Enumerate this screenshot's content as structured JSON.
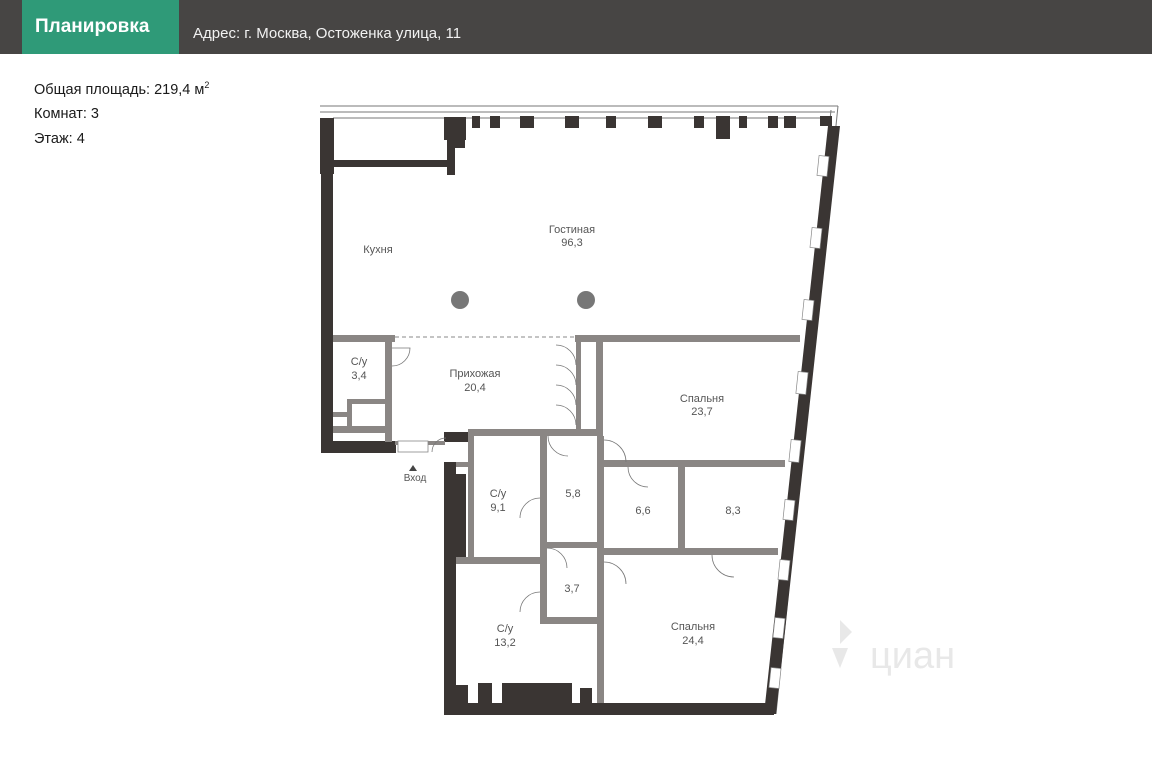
{
  "header": {
    "title": "Планировка",
    "address": "Адрес: г. Москва, Остоженка улица, 11"
  },
  "info": {
    "area_label": "Общая площадь: 219,4 м",
    "area_sup": "2",
    "rooms_label": "Комнат: 3",
    "floor_label": "Этаж: 4"
  },
  "plan": {
    "kitchen": "Кухня",
    "living_name": "Гостиная",
    "living_area": "96,3",
    "wc1_name": "С/у",
    "wc1_area": "3,4",
    "hall_name": "Прихожая",
    "hall_area": "20,4",
    "bed1_name": "Спальня",
    "bed1_area": "23,7",
    "wc2_name": "С/у",
    "wc2_area": "9,1",
    "room58": "5,8",
    "room66": "6,6",
    "room83": "8,3",
    "room37": "3,7",
    "wc3_name": "С/у",
    "wc3_area": "13,2",
    "bed2_name": "Спальня",
    "bed2_area": "24,4",
    "entrance": "Вход"
  },
  "watermark": "циан",
  "colors": {
    "header_bg": "#474544",
    "accent": "#2f9a78",
    "wall": "#3a3533",
    "partition": "#8a8684"
  }
}
